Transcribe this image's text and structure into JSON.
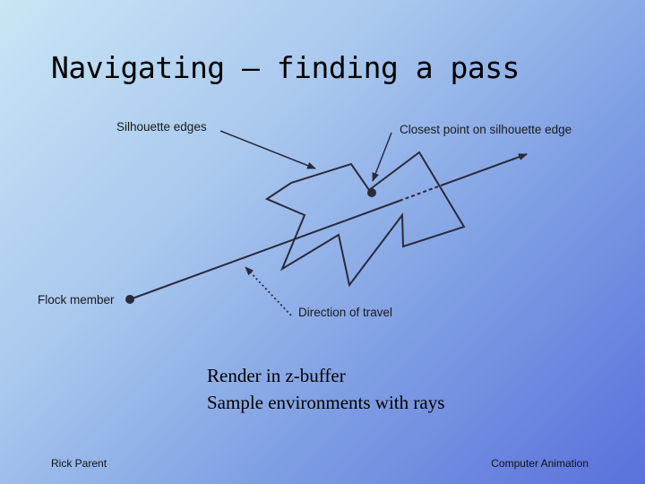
{
  "title": "Navigating – finding a pass",
  "diagram": {
    "labels": {
      "silhouette_edges": "Silhouette edges",
      "closest_point": "Closest point on silhouette edge",
      "flock_member": "Flock member",
      "direction_of_travel": "Direction of travel"
    }
  },
  "body": {
    "line1": "Render in z-buffer",
    "line2": "Sample environments with rays"
  },
  "footer": {
    "left": "Rick Parent",
    "right": "Computer Animation"
  }
}
